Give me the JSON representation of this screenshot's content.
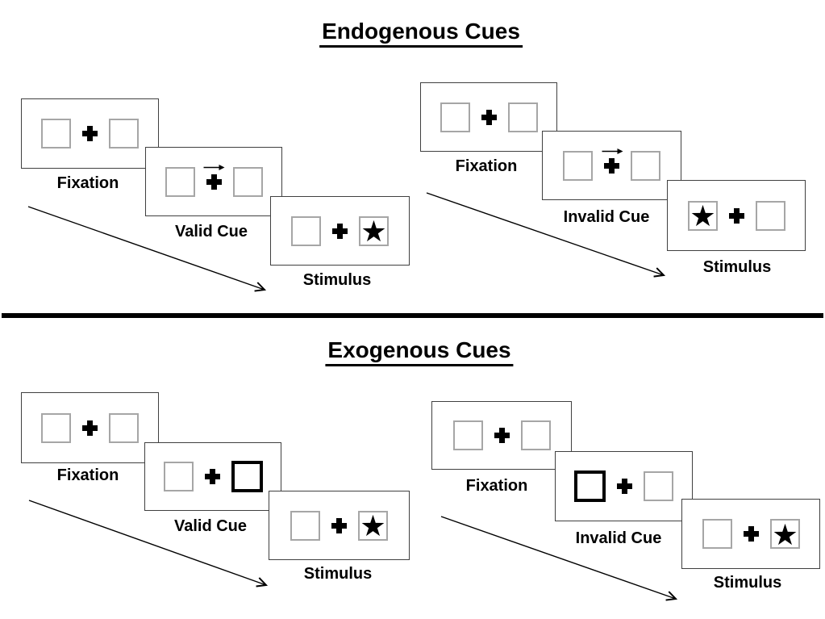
{
  "sections": [
    {
      "title": "Endogenous Cues",
      "sequences": [
        {
          "name": "valid",
          "panels": [
            {
              "label": "Fixation",
              "cue_arrow": false,
              "bold_box": null,
              "star": null
            },
            {
              "label": "Valid Cue",
              "cue_arrow": true,
              "bold_box": null,
              "star": null
            },
            {
              "label": "Stimulus",
              "cue_arrow": false,
              "bold_box": null,
              "star": "right"
            }
          ]
        },
        {
          "name": "invalid",
          "panels": [
            {
              "label": "Fixation",
              "cue_arrow": false,
              "bold_box": null,
              "star": null
            },
            {
              "label": "Invalid Cue",
              "cue_arrow": true,
              "bold_box": null,
              "star": null
            },
            {
              "label": "Stimulus",
              "cue_arrow": false,
              "bold_box": null,
              "star": "left"
            }
          ]
        }
      ]
    },
    {
      "title": "Exogenous Cues",
      "sequences": [
        {
          "name": "valid",
          "panels": [
            {
              "label": "Fixation",
              "cue_arrow": false,
              "bold_box": null,
              "star": null
            },
            {
              "label": "Valid Cue",
              "cue_arrow": false,
              "bold_box": "right",
              "star": null
            },
            {
              "label": "Stimulus",
              "cue_arrow": false,
              "bold_box": null,
              "star": "right"
            }
          ]
        },
        {
          "name": "invalid",
          "panels": [
            {
              "label": "Fixation",
              "cue_arrow": false,
              "bold_box": null,
              "star": null
            },
            {
              "label": "Invalid Cue",
              "cue_arrow": false,
              "bold_box": "left",
              "star": null
            },
            {
              "label": "Stimulus",
              "cue_arrow": false,
              "bold_box": null,
              "star": "right"
            }
          ]
        }
      ]
    }
  ],
  "icons": {
    "star": "black-star",
    "plus": "fixation-cross",
    "cue_arrow": "right-arrow",
    "sequence_arrow": "diagonal-time-arrow"
  },
  "colors": {
    "text": "#000000",
    "panel_border": "#404040",
    "box_border": "#a6a6a6",
    "bold_box_border": "#000000",
    "divider": "#000000",
    "star_fill": "#000000"
  }
}
